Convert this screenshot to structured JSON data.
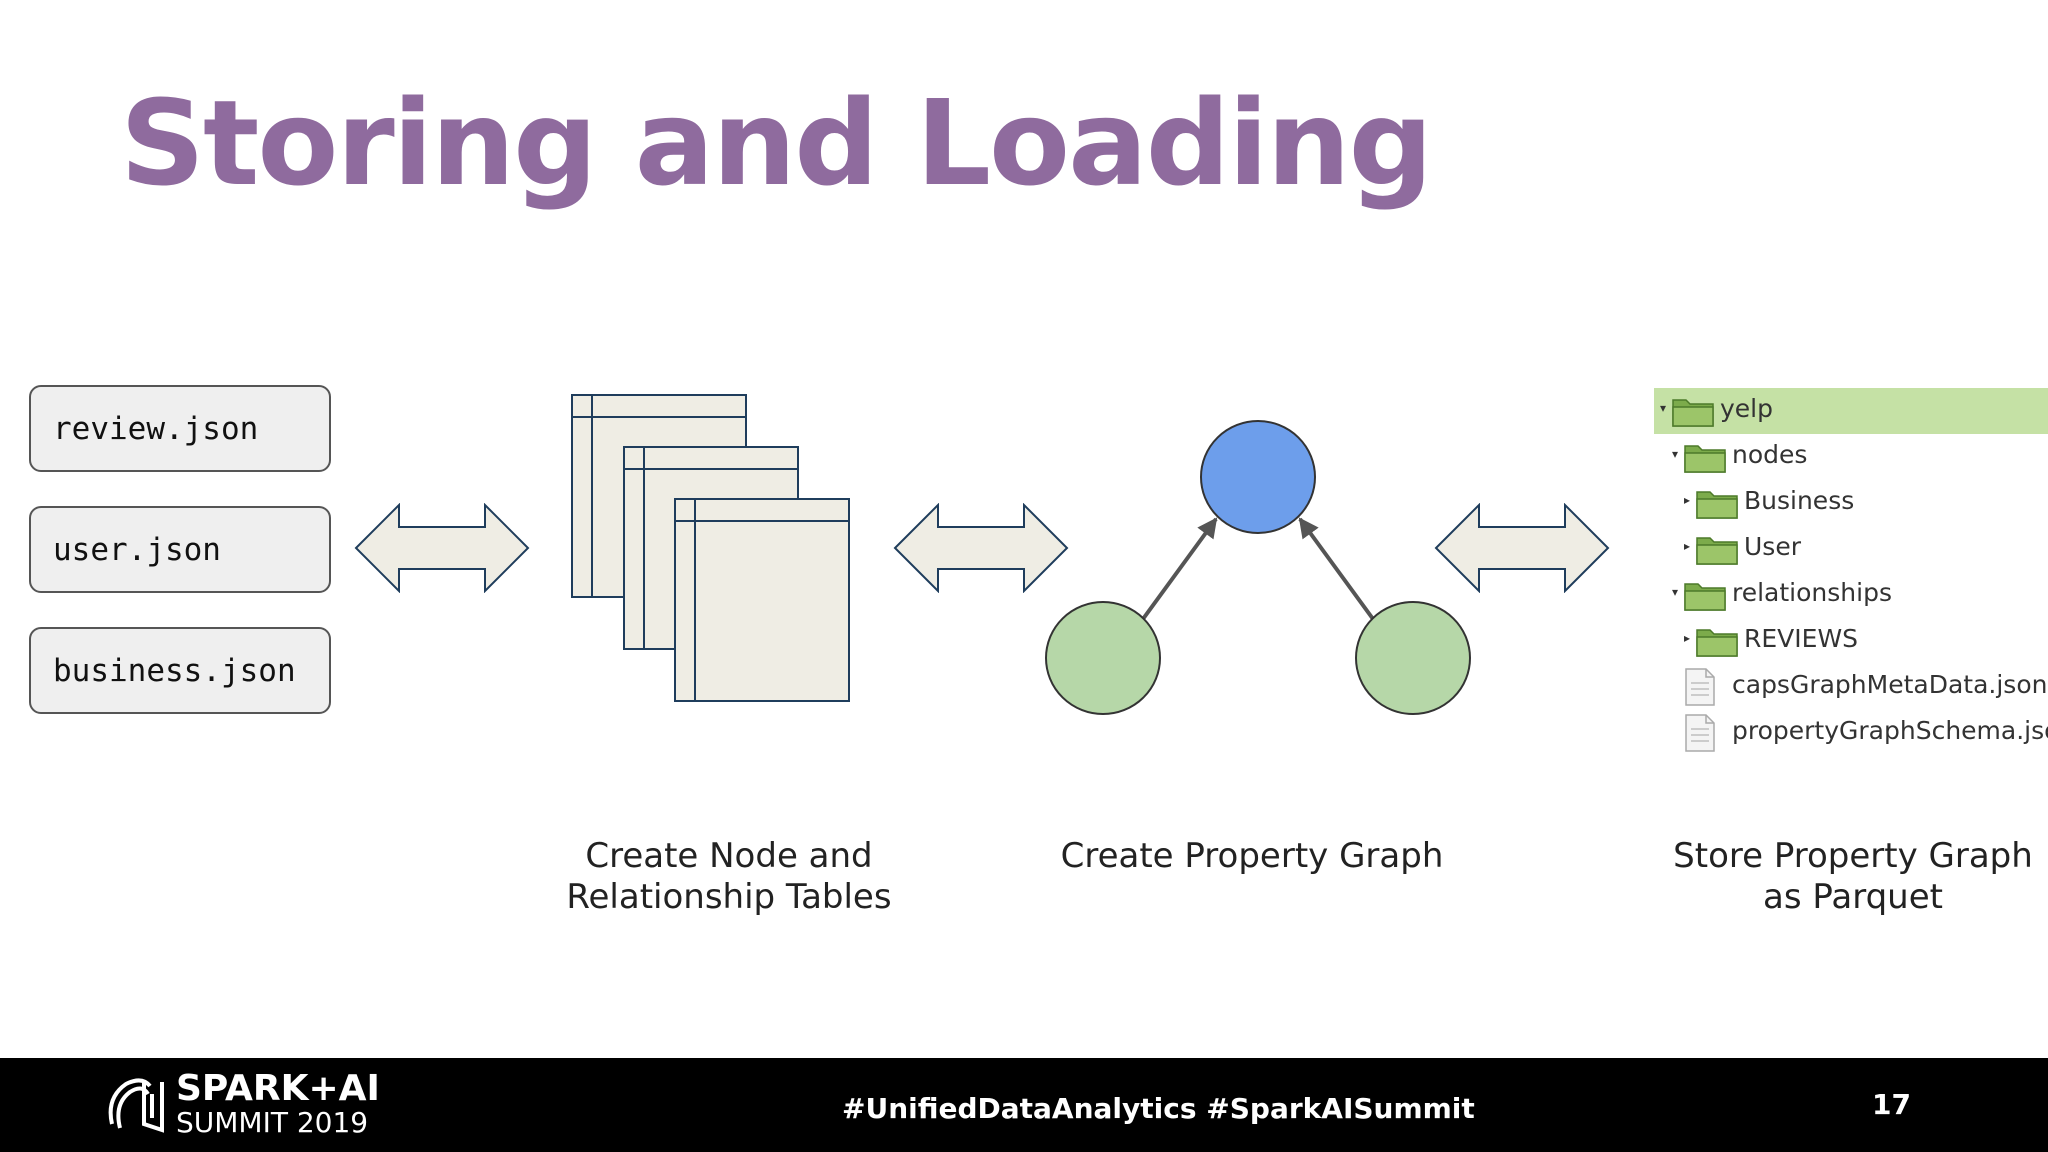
{
  "slide": {
    "title": "Storing and Loading",
    "title_color": "#8f6b9e"
  },
  "files": [
    "review.json",
    "user.json",
    "business.json"
  ],
  "captions": {
    "tables": [
      "Create Node and",
      "Relationship Tables"
    ],
    "graph": "Create Property Graph",
    "store": [
      "Store Property Graph",
      "as Parquet"
    ]
  },
  "graph": {
    "top_node_color": "#6d9eeb",
    "leaf_node_color": "#b6d7a8"
  },
  "file_tree": {
    "selected_color": "#c5e1a5",
    "items": [
      {
        "label": "yelp",
        "type": "folder",
        "level": 0,
        "expanded": true,
        "selected": true
      },
      {
        "label": "nodes",
        "type": "folder",
        "level": 1,
        "expanded": true
      },
      {
        "label": "Business",
        "type": "folder",
        "level": 2,
        "expanded": false
      },
      {
        "label": "User",
        "type": "folder",
        "level": 2,
        "expanded": false
      },
      {
        "label": "relationships",
        "type": "folder",
        "level": 1,
        "expanded": true
      },
      {
        "label": "REVIEWS",
        "type": "folder",
        "level": 2,
        "expanded": false
      },
      {
        "label": "capsGraphMetaData.json",
        "type": "file",
        "level": 1
      },
      {
        "label": "propertyGraphSchema.json",
        "type": "file",
        "level": 1
      }
    ]
  },
  "footer": {
    "brand_line1": "SPARK+AI",
    "brand_line2": "SUMMIT 2019",
    "hashtags": "#UnifiedDataAnalytics #SparkAISummit",
    "page_number": "17"
  }
}
